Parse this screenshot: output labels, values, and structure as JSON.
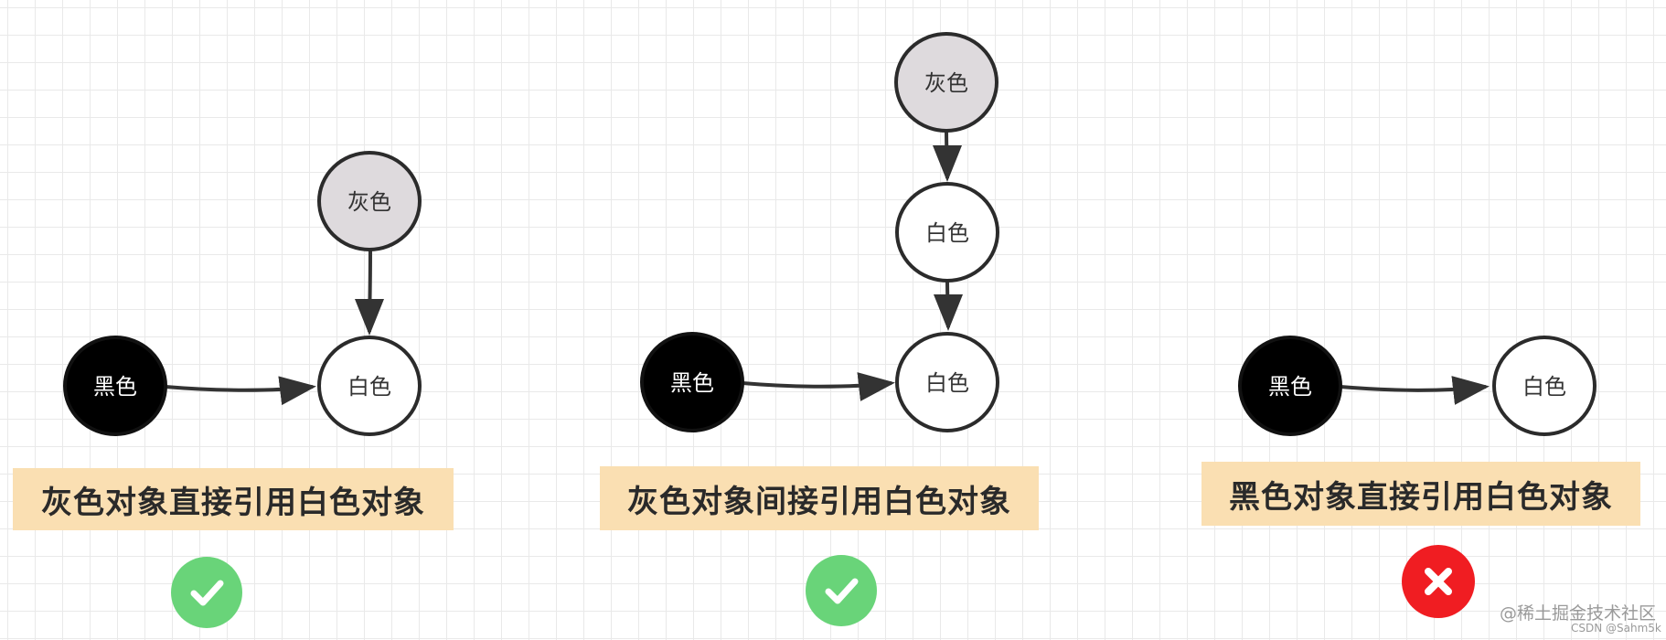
{
  "panels": [
    {
      "caption": "灰色对象直接引用白色对象",
      "result": "check",
      "nodes": [
        {
          "label": "灰色",
          "color": "gray"
        },
        {
          "label": "黑色",
          "color": "black"
        },
        {
          "label": "白色",
          "color": "white"
        }
      ]
    },
    {
      "caption": "灰色对象间接引用白色对象",
      "result": "check",
      "nodes": [
        {
          "label": "灰色",
          "color": "gray"
        },
        {
          "label": "白色",
          "color": "white"
        },
        {
          "label": "黑色",
          "color": "black"
        },
        {
          "label": "白色",
          "color": "white"
        }
      ]
    },
    {
      "caption": "黑色对象直接引用白色对象",
      "result": "cross",
      "nodes": [
        {
          "label": "黑色",
          "color": "black"
        },
        {
          "label": "白色",
          "color": "white"
        }
      ]
    }
  ],
  "colors": {
    "black_fill": "#000000",
    "gray_fill": "#dedadd",
    "white_fill": "#ffffff",
    "caption_bg": "#fadfb2",
    "check": "#69d479",
    "cross": "#f01d22"
  },
  "watermark": {
    "main": "@稀土掘金技术社区",
    "sub": "CSDN @Sahm5k"
  }
}
